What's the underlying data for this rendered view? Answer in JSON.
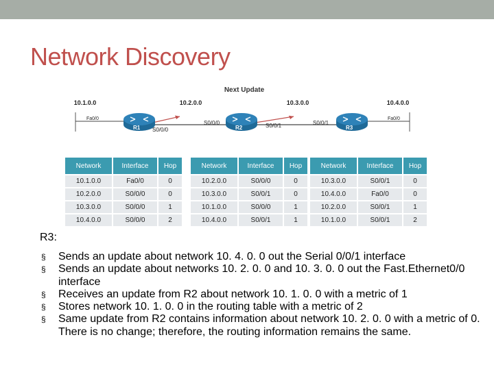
{
  "slide": {
    "title": "Network Discovery",
    "heading": "R3:",
    "bullet_marker": "§",
    "bullets": [
      "Sends an update about network 10. 4. 0. 0 out the Serial 0/0/1 interface",
      "Sends an update about networks 10. 2. 0. 0 and 10. 3. 0. 0 out the Fast.Ethernet0/0 interface",
      "Receives an update from R2 about network 10. 1. 0. 0 with a metric of 1",
      "Stores network 10. 1. 0. 0 in the routing table with a metric of 2",
      "Same update from R2 contains information about network 10. 2. 0. 0 with a metric of 0. There is no change; therefore, the routing information remains the same."
    ]
  },
  "diagram": {
    "header": "Next Update",
    "networks": [
      "10.1.0.0",
      "10.2.0.0",
      "10.3.0.0",
      "10.4.0.0"
    ],
    "routers": [
      "R1",
      "R2",
      "R3"
    ],
    "interfaces": {
      "r1_left": "Fa0/0",
      "r1_right": "S0/0/0",
      "r2_left": "S0/0/0",
      "r2_right": "S0/0/1",
      "r3_left": "S0/0/1",
      "r3_right": "Fa0/0"
    },
    "colors": {
      "router": "#2e82b8",
      "arrow": "#c0504d",
      "table_header": "#3b9bb0",
      "table_cell": "#e6e9ec",
      "title": "#c0504d"
    }
  },
  "tables": [
    {
      "headers": [
        "Network",
        "Interface",
        "Hop"
      ],
      "rows": [
        [
          "10.1.0.0",
          "Fa0/0",
          "0"
        ],
        [
          "10.2.0.0",
          "S0/0/0",
          "0"
        ],
        [
          "10.3.0.0",
          "S0/0/0",
          "1"
        ],
        [
          "10.4.0.0",
          "S0/0/0",
          "2"
        ]
      ]
    },
    {
      "headers": [
        "Network",
        "Interface",
        "Hop"
      ],
      "rows": [
        [
          "10.2.0.0",
          "S0/0/0",
          "0"
        ],
        [
          "10.3.0.0",
          "S0/0/1",
          "0"
        ],
        [
          "10.1.0.0",
          "S0/0/0",
          "1"
        ],
        [
          "10.4.0.0",
          "S0/0/1",
          "1"
        ]
      ]
    },
    {
      "headers": [
        "Network",
        "Interface",
        "Hop"
      ],
      "rows": [
        [
          "10.3.0.0",
          "S0/0/1",
          "0"
        ],
        [
          "10.4.0.0",
          "Fa0/0",
          "0"
        ],
        [
          "10.2.0.0",
          "S0/0/1",
          "1"
        ],
        [
          "10.1.0.0",
          "S0/0/1",
          "2"
        ]
      ]
    }
  ]
}
